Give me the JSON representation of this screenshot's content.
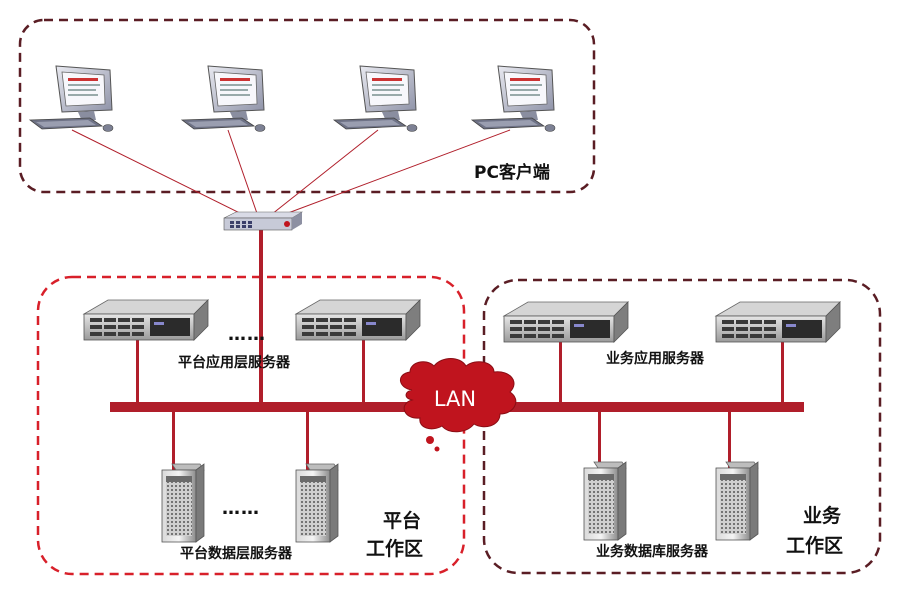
{
  "labels": {
    "pc_clients": "PC客户端",
    "platform_app_servers": "平台应用层服务器",
    "platform_db_servers": "平台数据层服务器",
    "business_app_servers": "业务应用服务器",
    "business_db_servers": "业务数据库服务器",
    "platform_zone_line1": "平台",
    "platform_zone_line2": "工作区",
    "business_zone_line1": "业务",
    "business_zone_line2": "工作区",
    "lan": "LAN",
    "ellipsis": "……"
  },
  "colors": {
    "backbone": "#b01e2a",
    "thin_link": "#b01e2a",
    "client_zone_border": "#5a1d24",
    "platform_zone_border": "#d8202a",
    "business_zone_border": "#5a1d24",
    "lan_cloud": "#c0141e"
  },
  "icons": {
    "pc": "desktop-computer-icon",
    "switch": "network-switch-icon",
    "rack_server": "rack-server-icon",
    "tower_server": "tower-server-icon",
    "cloud": "lan-cloud-icon"
  }
}
